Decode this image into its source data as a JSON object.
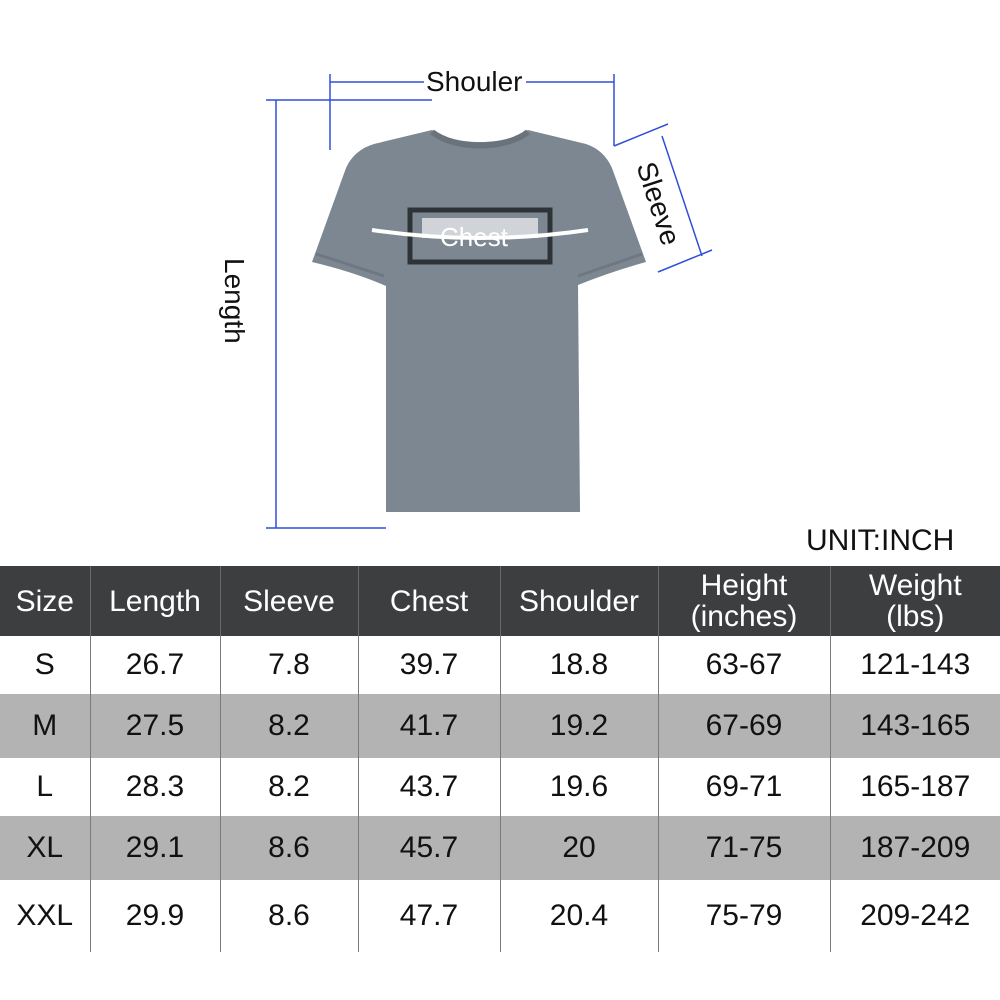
{
  "diagram": {
    "labels": {
      "shoulder": "Shouler",
      "sleeve": "Sleeve",
      "length": "Length",
      "chest": "Chest"
    },
    "shirt_color": "#7d8791",
    "measure_line_color": "#2f4fd8"
  },
  "unit": "UNIT:INCH",
  "table": {
    "columns": [
      {
        "lines": [
          "Size"
        ]
      },
      {
        "lines": [
          "Length"
        ]
      },
      {
        "lines": [
          "Sleeve"
        ]
      },
      {
        "lines": [
          "Chest"
        ]
      },
      {
        "lines": [
          "Shoulder"
        ]
      },
      {
        "lines": [
          "Height",
          "(inches)"
        ]
      },
      {
        "lines": [
          "Weight",
          "(lbs)"
        ]
      }
    ],
    "rows": [
      [
        "S",
        "26.7",
        "7.8",
        "39.7",
        "18.8",
        "63-67",
        "121-143"
      ],
      [
        "M",
        "27.5",
        "8.2",
        "41.7",
        "19.2",
        "67-69",
        "143-165"
      ],
      [
        "L",
        "28.3",
        "8.2",
        "43.7",
        "19.6",
        "69-71",
        "165-187"
      ],
      [
        "XL",
        "29.1",
        "8.6",
        "45.7",
        "20",
        "71-75",
        "187-209"
      ],
      [
        "XXL",
        "29.9",
        "8.6",
        "47.7",
        "20.4",
        "75-79",
        "209-242"
      ]
    ],
    "header_bg": "#3d3e40",
    "alt_row_bg": "#b3b3b3"
  }
}
